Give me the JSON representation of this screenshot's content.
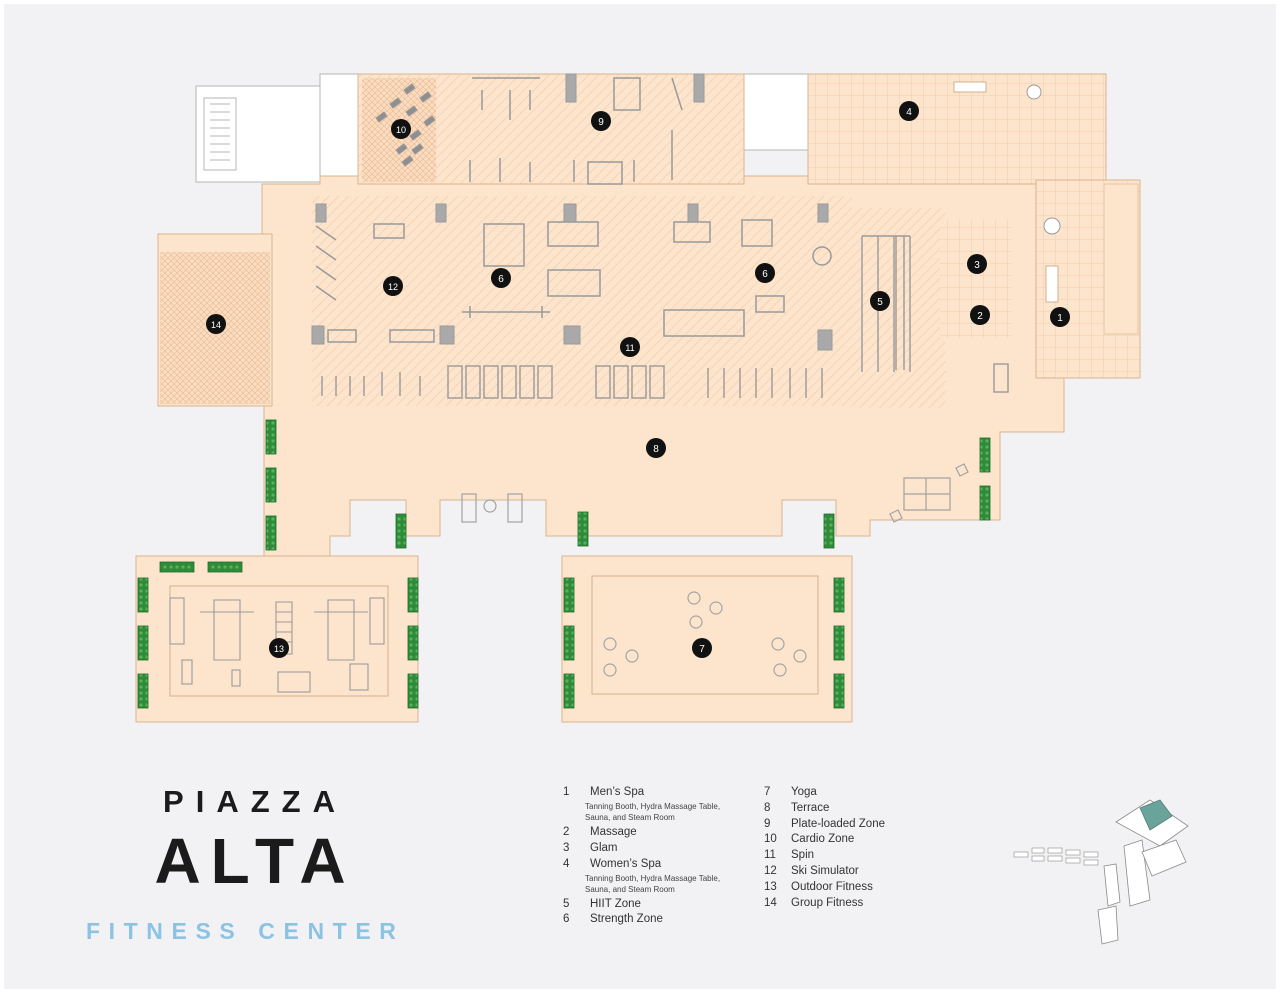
{
  "title": {
    "line1": "PIAZZA",
    "line2": "ALTA",
    "line3": "FITNESS CENTER"
  },
  "colors": {
    "background": "#f2f2f4",
    "floor": "#fde4cc",
    "floor_line": "#e9c9a7",
    "equipment": "#a9a9a9",
    "marker": "#111111",
    "planter": "#2f8a3a",
    "subtitle": "#8cc3e3",
    "site_highlight": "#6aa39a"
  },
  "zones": [
    {
      "id": "1",
      "label": "1"
    },
    {
      "id": "2",
      "label": "2"
    },
    {
      "id": "3",
      "label": "3"
    },
    {
      "id": "4",
      "label": "4"
    },
    {
      "id": "5",
      "label": "5"
    },
    {
      "id": "6a",
      "label": "6"
    },
    {
      "id": "6b",
      "label": "6"
    },
    {
      "id": "7",
      "label": "7"
    },
    {
      "id": "8",
      "label": "8"
    },
    {
      "id": "9",
      "label": "9"
    },
    {
      "id": "10",
      "label": "10"
    },
    {
      "id": "11",
      "label": "11"
    },
    {
      "id": "12",
      "label": "12"
    },
    {
      "id": "13",
      "label": "13"
    },
    {
      "id": "14",
      "label": "14"
    }
  ],
  "legend": {
    "column1": [
      {
        "num": "1",
        "label": "Men’s Spa",
        "detail": "Tanning Booth, Hydra Massage Table, Sauna, and Steam Room"
      },
      {
        "num": "2",
        "label": "Massage",
        "detail": ""
      },
      {
        "num": "3",
        "label": "Glam",
        "detail": ""
      },
      {
        "num": "4",
        "label": "Women’s Spa",
        "detail": "Tanning Booth, Hydra Massage Table, Sauna, and Steam Room"
      },
      {
        "num": "5",
        "label": "HIIT Zone",
        "detail": ""
      },
      {
        "num": "6",
        "label": "Strength Zone",
        "detail": ""
      }
    ],
    "column2": [
      {
        "num": "7",
        "label": "Yoga"
      },
      {
        "num": "8",
        "label": "Terrace"
      },
      {
        "num": "9",
        "label": "Plate-loaded Zone"
      },
      {
        "num": "10",
        "label": "Cardio Zone"
      },
      {
        "num": "11",
        "label": "Spin"
      },
      {
        "num": "12",
        "label": "Ski Simulator"
      },
      {
        "num": "13",
        "label": "Outdoor Fitness"
      },
      {
        "num": "14",
        "label": "Group Fitness"
      }
    ]
  }
}
